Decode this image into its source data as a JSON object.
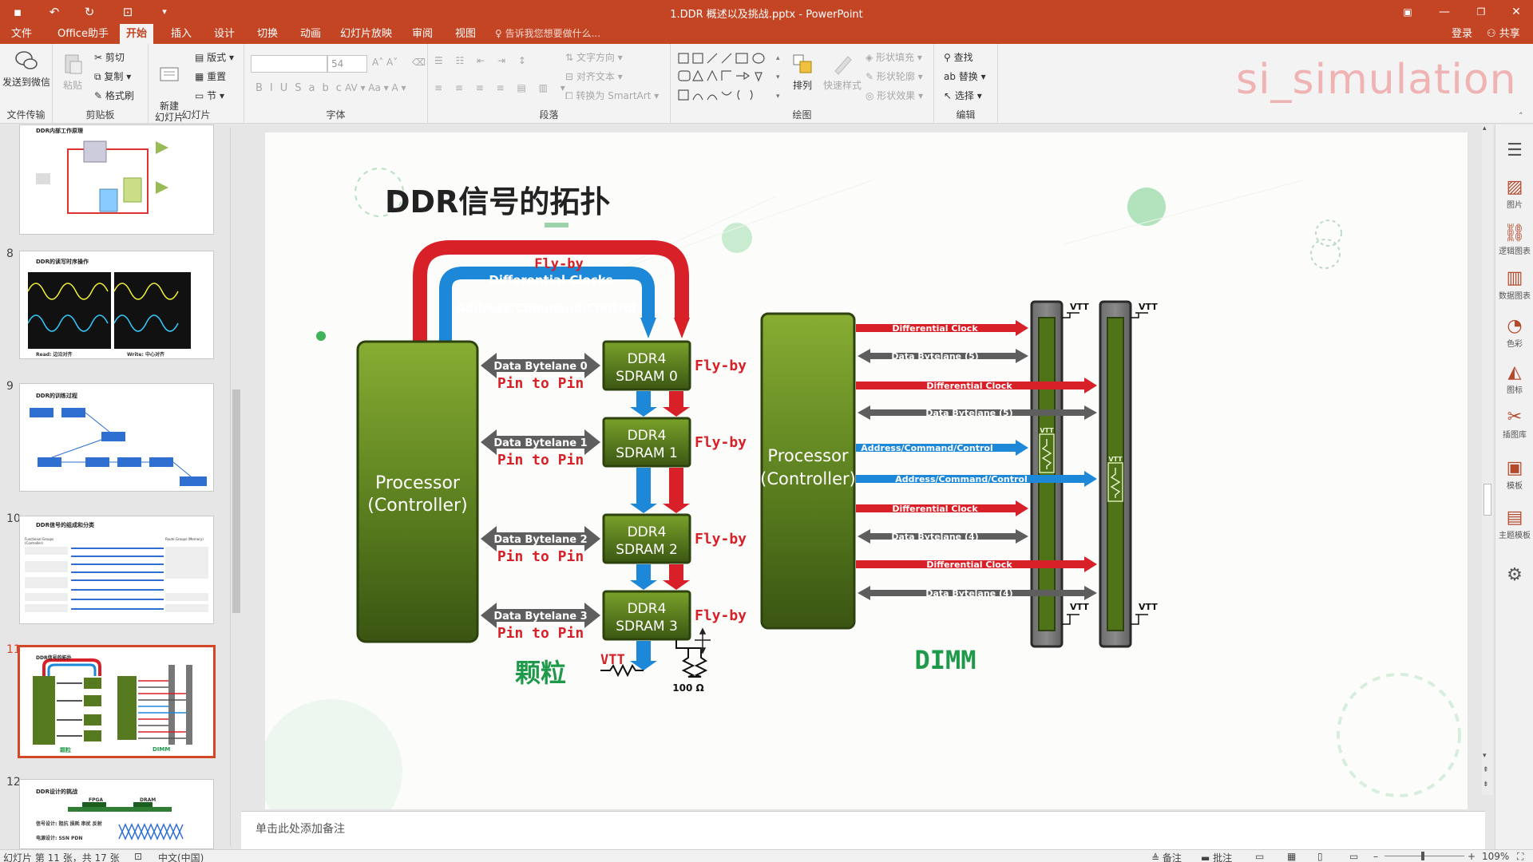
{
  "window": {
    "title": "1.DDR 概述以及挑战.pptx - PowerPoint"
  },
  "menu": {
    "tabs": [
      {
        "label": "文件"
      },
      {
        "label": "Office助手"
      },
      {
        "label": "开始"
      },
      {
        "label": "插入"
      },
      {
        "label": "设计"
      },
      {
        "label": "切换"
      },
      {
        "label": "动画"
      },
      {
        "label": "幻灯片放映"
      },
      {
        "label": "审阅"
      },
      {
        "label": "视图"
      }
    ],
    "active_tab": "开始",
    "tell_me": "告诉我您想要做什么...",
    "login": "登录",
    "share": "共享"
  },
  "ribbon": {
    "file_transfer": {
      "send": "发送到微信",
      "label": "文件传输"
    },
    "clipboard": {
      "paste": "粘贴",
      "cut": "剪切",
      "copy": "复制",
      "format_painter": "格式刷",
      "label": "剪贴板"
    },
    "slides": {
      "new_slide": "新建\n幻灯片",
      "layout": "版式",
      "reset": "重置",
      "section": "节",
      "label": "幻灯片"
    },
    "font": {
      "size": "54",
      "label": "字体"
    },
    "paragraph": {
      "text_direction": "文字方向",
      "align_text": "对齐文本",
      "smartart": "转换为 SmartArt",
      "label": "段落"
    },
    "drawing": {
      "arrange": "排列",
      "quick_styles": "快速样式",
      "shape_fill": "形状填充",
      "shape_outline": "形状轮廓",
      "shape_effects": "形状效果",
      "label": "绘图"
    },
    "editing": {
      "find": "查找",
      "replace": "替换",
      "select": "选择",
      "label": "编辑"
    }
  },
  "watermark": "si_simulation",
  "thumbnails": {
    "numbers": [
      "8",
      "9",
      "10",
      "11",
      "12"
    ],
    "t7_title": "DDR内部工作原理",
    "t8_title": "DDR的读写时序操作",
    "t8_read": "Read: 边沿对齐",
    "t8_write": "Write: 中心对齐",
    "t9_title": "DDR的训练过程",
    "t10_title": "DDR信号的组成和分类",
    "t10_left": "Functional Groups (Controller)",
    "t10_right": "Route Groups (Memory)",
    "t11_title": "DDR信号的拓扑",
    "t11_left": "颗粒",
    "t11_right": "DIMM",
    "t12_title": "DDR设计的挑战",
    "t12_fpga": "FPGA",
    "t12_dram": "DRAM",
    "t12_l1": "信号设计: 阻抗 损耗 串扰 反射",
    "t12_l2": "电源设计: SSN PDN"
  },
  "slide": {
    "title": "DDR信号的拓扑",
    "left": {
      "flyby_top": "Fly-by",
      "diff_clocks": "Differential Clocks",
      "addr_cmd": "Address/Command/Control",
      "processor_l1": "Processor",
      "processor_l2": "(Controller)",
      "drams": [
        {
          "l1": "DDR4",
          "l2": "SDRAM 0",
          "bytelane": "Data Bytelane 0",
          "ptp": "Pin to Pin",
          "flyby": "Fly-by"
        },
        {
          "l1": "DDR4",
          "l2": "SDRAM 1",
          "bytelane": "Data Bytelane 1",
          "ptp": "Pin to Pin",
          "flyby": "Fly-by"
        },
        {
          "l1": "DDR4",
          "l2": "SDRAM 2",
          "bytelane": "Data Bytelane 2",
          "ptp": "Pin to Pin",
          "flyby": "Fly-by"
        },
        {
          "l1": "DDR4",
          "l2": "SDRAM 3",
          "bytelane": "Data Bytelane 3",
          "ptp": "Pin to Pin",
          "flyby": "Fly-by"
        }
      ],
      "vtt": "VTT",
      "resistor": "100 Ω",
      "caption": "颗粒"
    },
    "right": {
      "processor_l1": "Processor",
      "processor_l2": "(Controller)",
      "vtt": "VTT",
      "lines": [
        {
          "label": "Differential Clock",
          "kind": "red",
          "to": 1
        },
        {
          "label": "Data Bytelane (5)",
          "kind": "gray",
          "to": 1
        },
        {
          "label": "Differential Clock",
          "kind": "red",
          "to": 2
        },
        {
          "label": "Data Bytelane (5)",
          "kind": "gray",
          "to": 2
        },
        {
          "label": "Address/Command/Control",
          "kind": "blue",
          "to": 1
        },
        {
          "label": "Address/Command/Control",
          "kind": "blue",
          "to": 2
        },
        {
          "label": "Differential Clock",
          "kind": "red",
          "to": 1
        },
        {
          "label": "Data Bytelane (4)",
          "kind": "gray",
          "to": 1
        },
        {
          "label": "Differential Clock",
          "kind": "red",
          "to": 2
        },
        {
          "label": "Data Bytelane (4)",
          "kind": "gray",
          "to": 2
        }
      ],
      "caption": "DIMM"
    }
  },
  "notes": {
    "placeholder": "单击此处添加备注"
  },
  "rightpane": {
    "items": [
      "图片",
      "逻辑图表",
      "数据图表",
      "色彩",
      "图标",
      "插图库",
      "模板",
      "主题模板"
    ]
  },
  "status": {
    "slide_info": "幻灯片 第 11 张，共 17 张",
    "language": "中文(中国)",
    "notes": "备注",
    "comments": "批注",
    "zoom": "109%"
  },
  "colors": {
    "title_bar": "#c34524",
    "green_dark": "#3d5a14",
    "green_light": "#88ad33",
    "red": "#d72027",
    "blue": "#1e88d8",
    "gray": "#555555",
    "caption_green": "#1f9a4a"
  }
}
